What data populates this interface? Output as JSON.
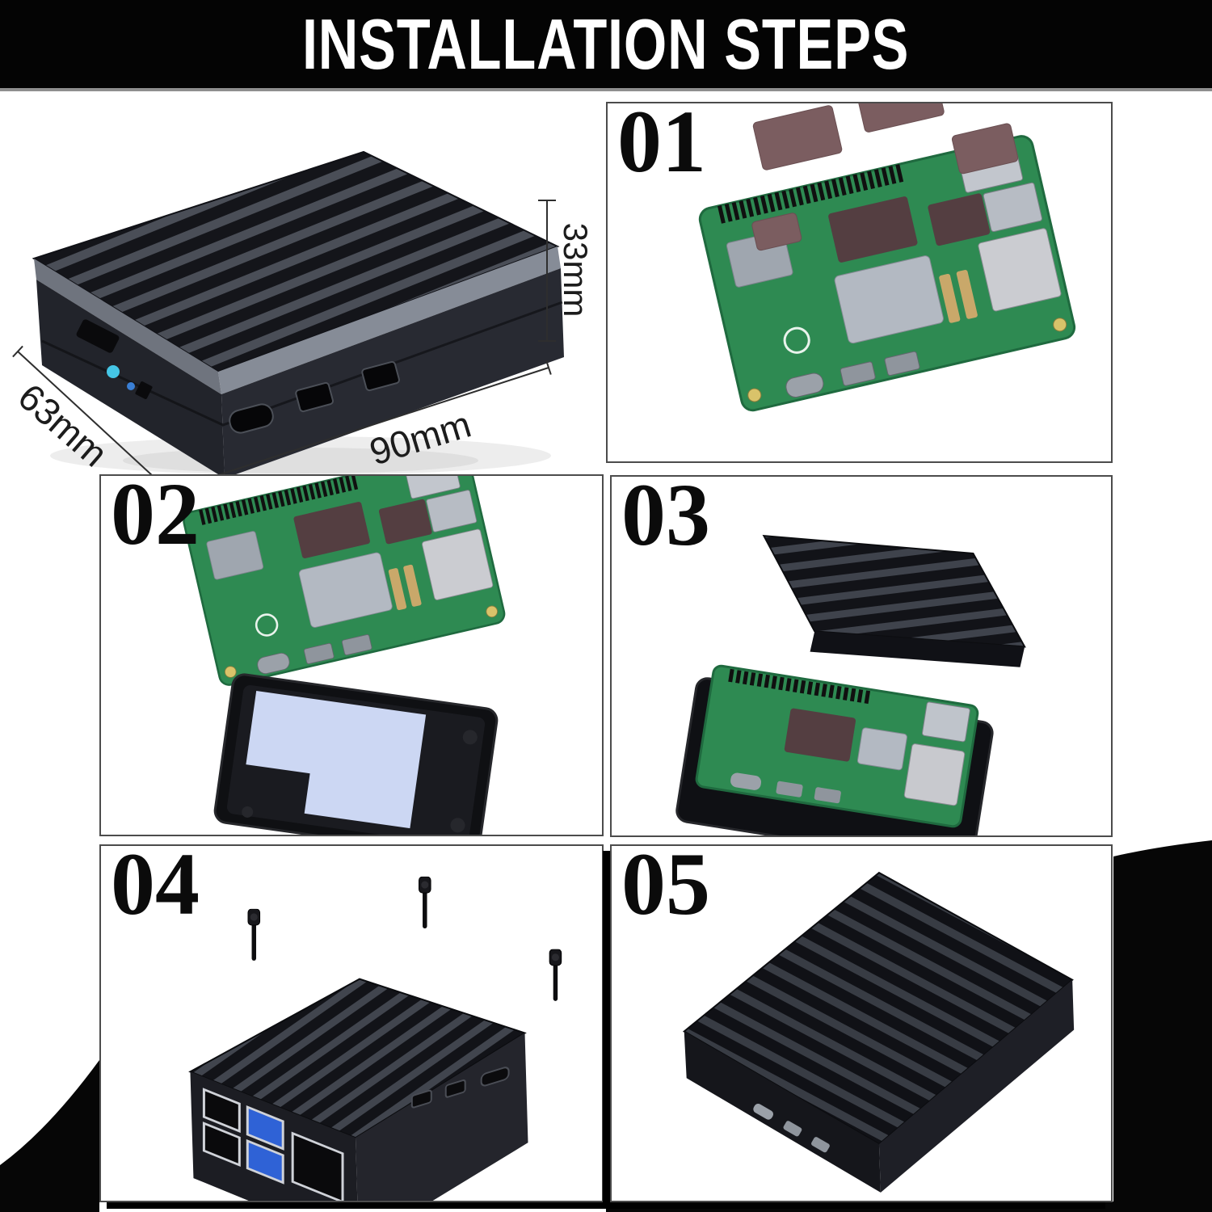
{
  "banner": {
    "title": "INSTALLATION STEPS"
  },
  "hero": {
    "illustration": "black-aluminum-heatsink-case",
    "height_label": "33mm",
    "depth_label": "63mm",
    "width_label": "90mm"
  },
  "steps": [
    {
      "number": "01",
      "illustration": "raspberry-pi-board-with-thermal-pads"
    },
    {
      "number": "02",
      "illustration": "board-above-case-bottom-with-blue-thermal-pad"
    },
    {
      "number": "03",
      "illustration": "finned-lid-closing-over-board-in-case"
    },
    {
      "number": "04",
      "illustration": "case-with-four-screws-above"
    },
    {
      "number": "05",
      "illustration": "fully-assembled-case"
    }
  ],
  "colors": {
    "banner_bg": "#040404",
    "banner_underline": "#8f8f8f",
    "panel_border": "#4c4c4c",
    "decor_black": "#060606",
    "pcb_green": "#2e8a52",
    "thermal_pad_mauve": "#7b5d60",
    "thermal_pad_blue": "#ccd7f3",
    "usb3_blue": "#2f62d6",
    "led_cyan": "#45c6e6",
    "case_dark": "#1a1b20",
    "metal_silver": "#c2c6cd"
  }
}
